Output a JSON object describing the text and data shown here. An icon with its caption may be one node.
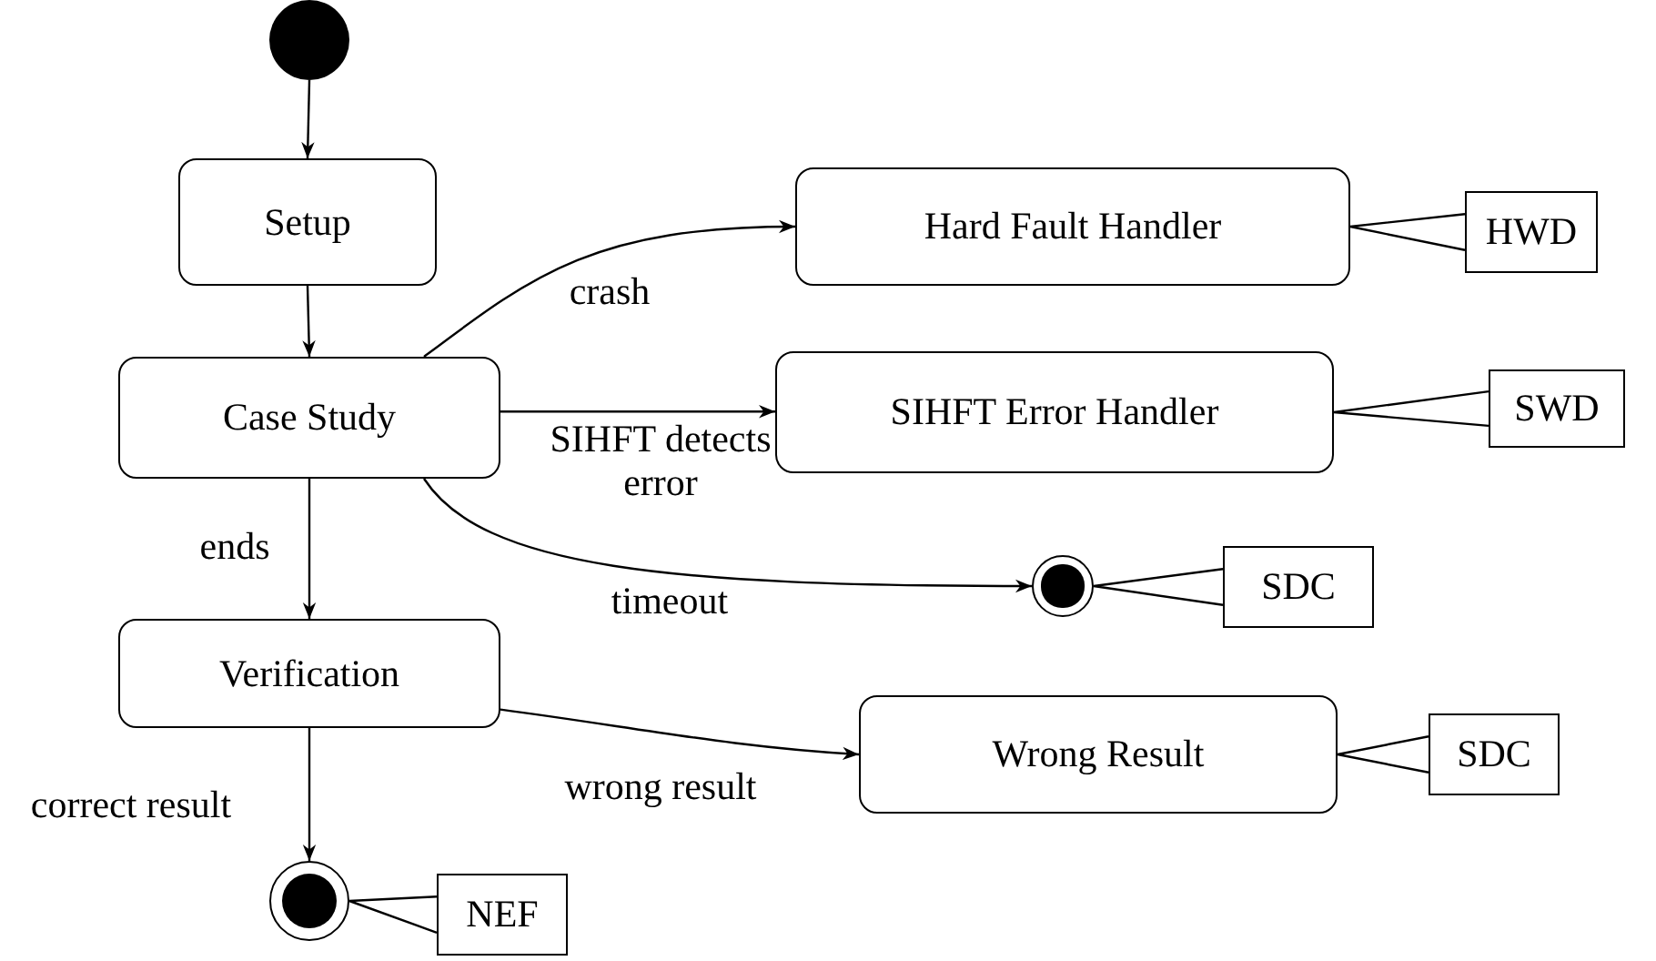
{
  "diagram": {
    "nodes": [
      {
        "text": [],
        "shape": "circle"
      },
      {
        "text": [
          "Setup"
        ]
      },
      {
        "text": [
          "Case Study"
        ]
      },
      {
        "text": [
          "Verification"
        ]
      },
      {
        "text": [],
        "shape": "circle"
      },
      {
        "text": [
          "Hard Fault Handler"
        ]
      },
      {
        "text": [
          "HWD"
        ]
      },
      {
        "text": [
          "SIHFT Error Handler"
        ]
      },
      {
        "text": [
          "SWD"
        ]
      },
      {
        "text": [],
        "shape": "circle"
      },
      {
        "text": [
          "SDC"
        ]
      },
      {
        "text": [
          "Wrong Result"
        ]
      },
      {
        "text": [
          "SDC"
        ]
      },
      {
        "text": [
          "NEF"
        ]
      }
    ],
    "edges": [
      {
        "from": 0,
        "to": 1,
        "arrow": "to"
      },
      {
        "from": 1,
        "to": 2,
        "arrow": "to"
      },
      {
        "from": 2,
        "to": 5,
        "arrow": "to",
        "label": "crash"
      },
      {
        "from": 2,
        "to": 7,
        "arrow": "to",
        "label": "SIHFT detects error"
      },
      {
        "from": 2,
        "to": 9,
        "arrow": "to",
        "label": "timeout"
      },
      {
        "from": 2,
        "to": 3,
        "arrow": "to",
        "label": "ends"
      },
      {
        "from": 3,
        "to": 11,
        "arrow": "to",
        "label": "wrong result"
      },
      {
        "from": 3,
        "to": 4,
        "arrow": "to",
        "label": "correct result"
      },
      {
        "from": 6,
        "to": 5,
        "arrow": "none"
      },
      {
        "from": 8,
        "to": 7,
        "arrow": "none"
      },
      {
        "from": 10,
        "to": 9,
        "arrow": "none"
      },
      {
        "from": 12,
        "to": 11,
        "arrow": "none"
      },
      {
        "from": 13,
        "to": 4,
        "arrow": "none"
      }
    ]
  }
}
